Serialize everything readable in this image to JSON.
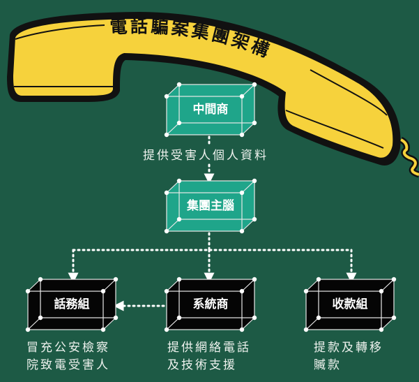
{
  "title": "電話騙案集團架構",
  "nodes": {
    "middleman": {
      "label": "中間商",
      "caption": "提供受害人個人資料"
    },
    "mastermind": {
      "label": "集團主腦"
    },
    "callers": {
      "label": "話務組",
      "caption_lines": [
        "冒充公安檢察",
        "院致電受害人"
      ]
    },
    "system": {
      "label": "系統商",
      "caption_lines": [
        "提供網絡電話",
        "及技術支援"
      ]
    },
    "collectors": {
      "label": "收款組",
      "caption_lines": [
        "提款及轉移",
        "贓款"
      ]
    }
  },
  "colors": {
    "background": "#1d5a45",
    "handset": "#f6d23c",
    "teal_box": "#1fa58a",
    "black_box": "#050505"
  }
}
